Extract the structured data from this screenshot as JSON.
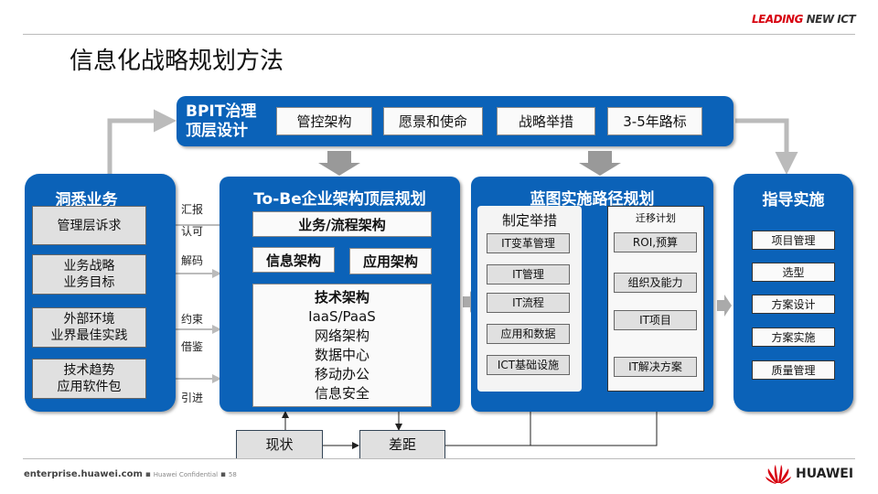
{
  "header": {
    "brand_lead": "LEADING",
    "brand_rest": " NEW ICT",
    "title": "信息化战略规划方法"
  },
  "bpit": {
    "title_line1": "BPIT治理",
    "title_line2": "顶层设计",
    "items": [
      "管控架构",
      "愿景和使命",
      "战略举措",
      "3-5年路标"
    ]
  },
  "insight": {
    "title": "洞悉业务",
    "items": [
      [
        "管理层诉求"
      ],
      [
        "业务战略",
        "业务目标"
      ],
      [
        "外部环境",
        "业界最佳实践"
      ],
      [
        "技术趋势",
        "应用软件包"
      ]
    ],
    "connectors": [
      "汇报",
      "认可",
      "解码",
      "约束",
      "借鉴",
      "引进"
    ]
  },
  "tobe": {
    "title": "To-Be企业架构顶层规划",
    "business": "业务/流程架构",
    "info": "信息架构",
    "app": "应用架构",
    "tech_title": "技术架构",
    "tech_items": [
      "IaaS/PaaS",
      "网络架构",
      "数据中心",
      "移动办公",
      "信息安全"
    ]
  },
  "blueprint": {
    "title": "蓝图实施路径规划",
    "left_title": "制定举措",
    "left_items": [
      "IT变革管理",
      "IT管理",
      "IT流程",
      "应用和数据",
      "ICT基础设施"
    ],
    "right_title": "迁移计划",
    "right_items": [
      "ROI,预算",
      "组织及能力",
      "IT项目",
      "IT解决方案"
    ]
  },
  "guide": {
    "title": "指导实施",
    "items": [
      "项目管理",
      "选型",
      "方案设计",
      "方案实施",
      "质量管理"
    ]
  },
  "bottom": {
    "current": "现状",
    "gap": "差距"
  },
  "footer": {
    "site": "enterprise.huawei.com",
    "confidential": "Huawei Confidential",
    "page": "58",
    "logo": "HUAWEI"
  },
  "colors": {
    "blue": "#0b62b8",
    "red": "#d7000f"
  }
}
